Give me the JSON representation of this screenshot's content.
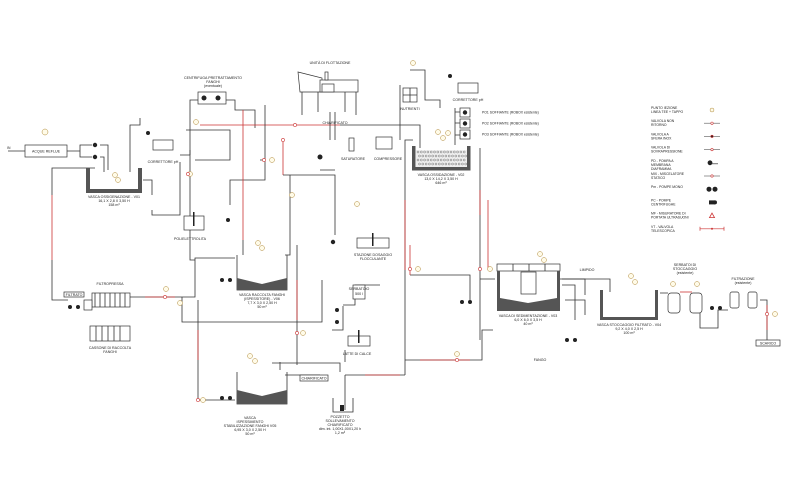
{
  "diagram": {
    "inlet_label": "IN",
    "acque_reflue": "ACQUE REFLUE",
    "v01": [
      "VASCA OSSIGENAZIONE - V01",
      "16,1 X 2,8 X 3,50 H",
      "158 m³"
    ],
    "correttore_ph_1": "CORRETTORE pH",
    "centrifuga": [
      "CENTRIFUGA PRETRATTAMENTO",
      "FANGHI",
      "(eventuale)"
    ],
    "flottazione": "UNITÀ DI FLOTTAZIONE",
    "chiarificato_1": "CHIARIFICATO",
    "saturatore": "SATURATORE",
    "compressore": "COMPRESSORE",
    "polielettrolita": "POLIELETTROLITA",
    "flocculante": [
      "STAZIONE DOSAGGIO",
      "FLOCCULANTE"
    ],
    "filtropressa": "FILTROPRESSA",
    "filtrato": "FILTRATO",
    "cassone": [
      "CASSONE DI RACCOLTA",
      "FANGHI"
    ],
    "v06": [
      "VASCA RACCOLTA FANGHI",
      "(ISPESSITORE) - V06",
      "7,7 X 3,0 X 2,50 H",
      "50 m³"
    ],
    "serbatoio": [
      "SERBATOIO",
      "500 l"
    ],
    "latte_calce": "LATTE DI CALCE",
    "v05": [
      "VASCA",
      "ISPESSIMENTO",
      "STABILIZZAZIONE FANGHI V05",
      "6,95 X 3,0 X 2,50 H",
      "50 m³"
    ],
    "chiarificato_2": "CHIARIFICATO",
    "pozzetto": [
      "POZZETTO",
      "SOLLEVAMENTO",
      "CHIARIFICATO",
      "dim. int. 1,00X1,00X1,20 h",
      "1,2 m³"
    ],
    "nutrienti": "NUTRIENTI",
    "correttore_ph_2": "CORRETTORE pH",
    "soffianti": [
      "PO1 SOFFIANTE (ROBOX esistente)",
      "PO2 SOFFIANTE (ROBOX esistente)",
      "PO3 SOFFIANTE (ROBOX esistente)"
    ],
    "v02": [
      "VASCA OSSIDAZIONE - V02",
      "13,0 X 14,2 X 3,50 H",
      "646 m³"
    ],
    "v03": [
      "VASCA DI SEDIMENTAZIONE - V03",
      "6,0 X 6,0 X 3,5 H",
      "40 m³"
    ],
    "limpido": "LIMPIDO",
    "fango": "FANGO",
    "v04": [
      "VASCA STOCCAGGIO FILTRATO - V04",
      "9,2 X 4,0 X 2,5 H",
      "100 m³"
    ],
    "serbatoi_stoccaggio": [
      "SERBATOI DI",
      "STOCCAGGIO",
      "(esistente)"
    ],
    "filtrazione": [
      "FILTRAZIONE",
      "(esistente)"
    ],
    "scarico": "SCARICO"
  },
  "legend": [
    {
      "label": [
        "PUNTO IEZIONE",
        "LINEA TEE + TAPPO"
      ],
      "icon": "injection-point-icon"
    },
    {
      "label": [
        "VALVOLA NON",
        "RITORNO"
      ],
      "icon": "check-valve-icon"
    },
    {
      "label": [
        "VALVOLA A",
        "SFERA INOX"
      ],
      "icon": "ball-valve-icon"
    },
    {
      "label": [
        "VALVOLA DI",
        "SOVRAPRESSIONE"
      ],
      "icon": "relief-valve-icon"
    },
    {
      "label": [
        "PD - POMPA A",
        "MEMBRANA",
        "DIAFRAMMA"
      ],
      "icon": "diaphragm-pump-icon"
    },
    {
      "label": [
        "MIX - MISCELATORE",
        "STATICO"
      ],
      "icon": "static-mixer-icon"
    },
    {
      "label": [
        "Pm - POMPE MONO"
      ],
      "icon": "mono-pump-icon"
    },
    {
      "label": [
        "PC - POMPE",
        "CENTRIFUGHE"
      ],
      "icon": "centrifugal-pump-icon"
    },
    {
      "label": [
        "MF - MISURATORE DI",
        "PORTATA ULTRASUONI"
      ],
      "icon": "flow-meter-icon"
    },
    {
      "label": [
        "VT - VALVOLA",
        "TELESCOPICA"
      ],
      "icon": "telescopic-valve-icon"
    }
  ]
}
